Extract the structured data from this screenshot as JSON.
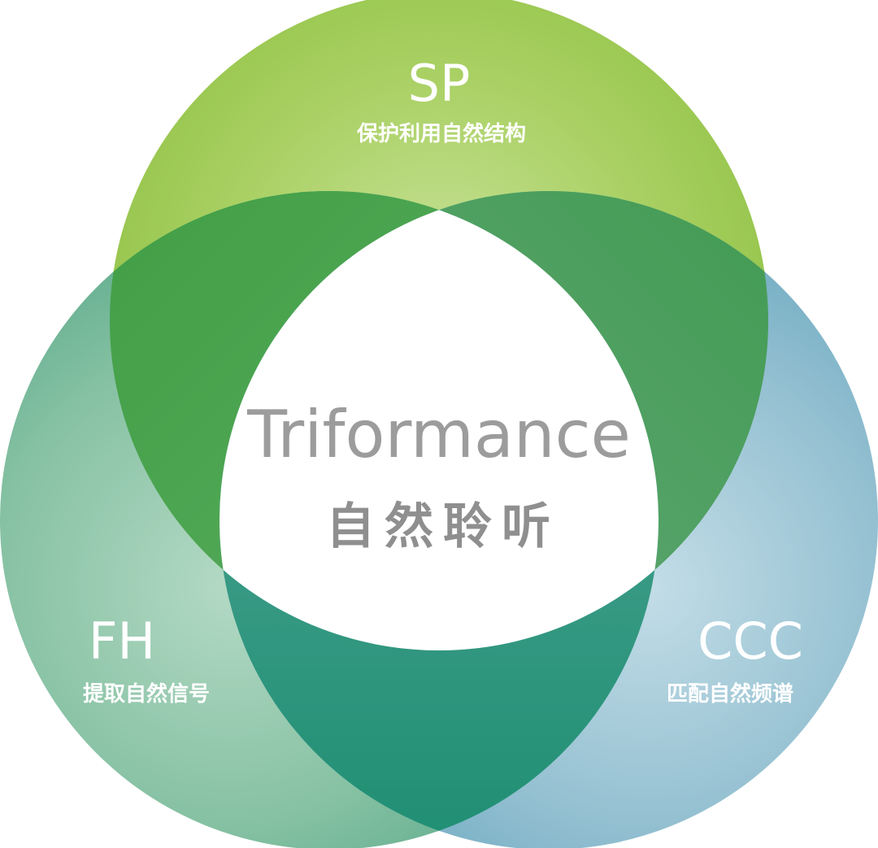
{
  "center": {
    "title": "Triformance",
    "subtitle": "自然聆听"
  },
  "circles": {
    "top": {
      "abbr": "SP",
      "label": "保护利用自然结构",
      "color": "#9cc84c"
    },
    "left": {
      "abbr": "FH",
      "label": "提取自然信号",
      "color": "#74b89a"
    },
    "right": {
      "abbr": "CCC",
      "label": "匹配自然频谱",
      "color": "#7eb3c6"
    }
  },
  "overlap_colors": {
    "top_left": "#4aa253",
    "top_right": "#4f9f5e",
    "left_right": "#2e9a86"
  }
}
